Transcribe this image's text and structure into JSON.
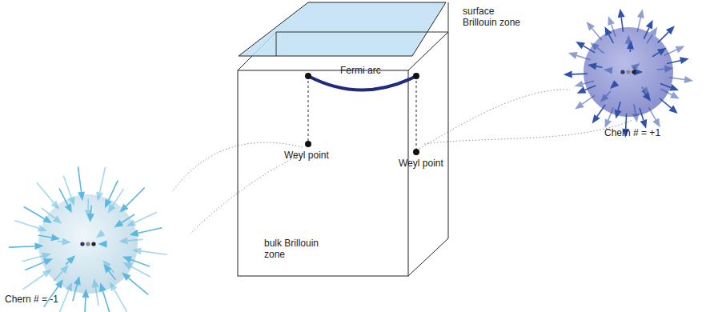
{
  "diagram": {
    "labels": [
      "surface Brillouin zone",
      "Fermi arc",
      "Weyl point",
      "Weyl point",
      "bulk Brillouin zone",
      "Chern # = -1",
      "Chern # = +1"
    ]
  }
}
